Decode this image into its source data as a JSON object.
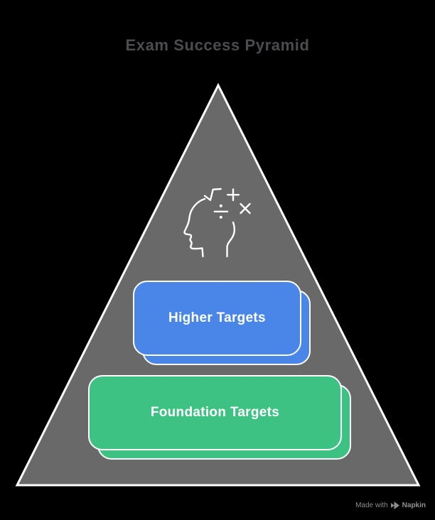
{
  "title": "Exam Success Pyramid",
  "colors": {
    "background": "#000000",
    "title_text": "#4B4B50",
    "card_text": "#FFFFFF",
    "card_border": "#FFFFFF",
    "icon_stroke": "#FFFFFF"
  },
  "pyramid": {
    "fill": "#696969",
    "stroke": "#FFFFFF",
    "icon": "head-math-icon",
    "levels": [
      {
        "label": "Higher Targets",
        "color": "#4A86E8"
      },
      {
        "label": "Foundation Targets",
        "color": "#3EC283"
      }
    ]
  },
  "watermark": {
    "prefix": "Made with",
    "brand": "Napkin",
    "icon": "napkin-logo-icon",
    "color": "#8C8C8C"
  }
}
